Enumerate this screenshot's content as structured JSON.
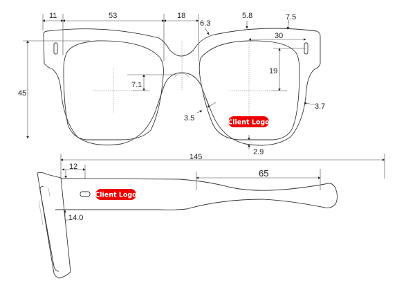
{
  "title": "Eyeglasses technical dimension drawing",
  "front_view": {
    "dimensions": {
      "temple_block_width": "11",
      "lens_width": "53",
      "bridge_width": "18",
      "bridge_rim": "6.3",
      "top_rim": "5.8",
      "top_corner": "7.5",
      "lens_half_width": "30",
      "frame_height": "45",
      "bridge_height_offset": "7.1",
      "optical_center_height": "19",
      "inner_rim_side": "3.5",
      "outer_rim_side": "3.7",
      "bottom_rim": "2.9"
    },
    "logo_label": "Client Logo"
  },
  "side_view": {
    "dimensions": {
      "temple_length": "145",
      "hinge_offset": "12",
      "temple_tip_length": "65",
      "temple_height": "14.0"
    },
    "logo_label": "Client Logo"
  },
  "colors": {
    "logo": "#ee0000",
    "line": "#333333"
  }
}
